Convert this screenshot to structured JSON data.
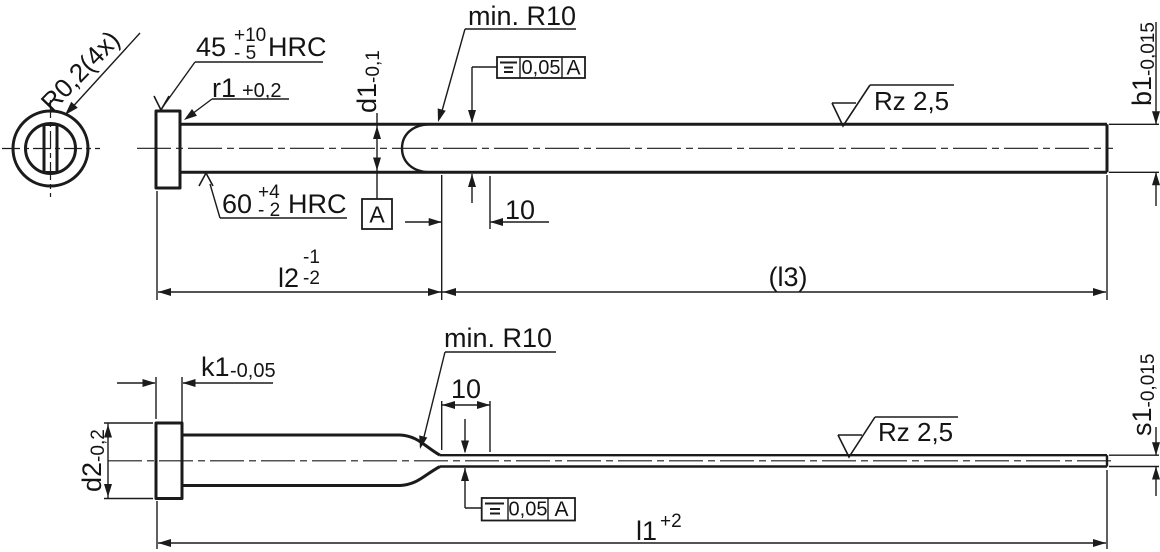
{
  "end_view": {
    "radius_note": "R0,2(4x)"
  },
  "top_view": {
    "hardness_head": {
      "value": "45",
      "tol_up": "+10",
      "tol_down": "- 5",
      "unit": "HRC"
    },
    "edge_radius": {
      "name": "r1",
      "tol": "+0,2"
    },
    "hardness_surface": {
      "value": "60",
      "tol_up": "+4",
      "tol_down": "- 2",
      "unit": "HRC"
    },
    "min_radius": "min. R10",
    "dia_d1": {
      "name": "d1",
      "tol": "-0,1"
    },
    "datum_label": "A",
    "fcf": {
      "symbol": "symmetry-icon",
      "tolerance": "0,05",
      "datum": "A"
    },
    "dim_10": "10",
    "roughness": "Rz  2,5",
    "width_b1": {
      "name": "b1",
      "tol": "-0,015"
    },
    "len_l2": {
      "name": "l2",
      "tol_up": "-1",
      "tol_down": "-2"
    },
    "len_l3": "(l3)"
  },
  "bottom_view": {
    "min_radius": "min. R10",
    "dim_10": "10",
    "head_k1": {
      "name": "k1",
      "tol": "-0,05"
    },
    "dia_d2": {
      "name": "d2",
      "tol": "-0,2"
    },
    "fcf": {
      "symbol": "symmetry-icon",
      "tolerance": "0,05",
      "datum": "A"
    },
    "roughness": "Rz  2,5",
    "thick_s1": {
      "name": "s1",
      "tol": "-0,015"
    },
    "len_l1": {
      "name": "l1",
      "tol_up": "+2"
    }
  },
  "colors": {
    "line": "#1b1b1b",
    "background": "#ffffff"
  }
}
